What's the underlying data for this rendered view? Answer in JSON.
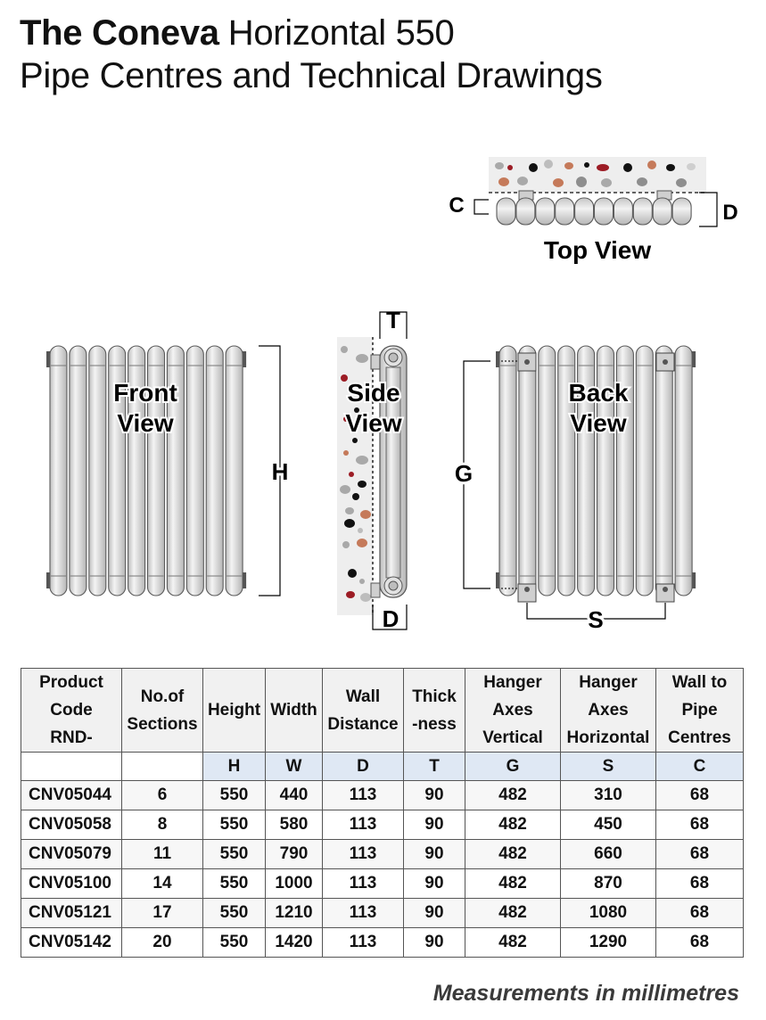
{
  "header": {
    "brand": "The Coneva",
    "model": "Horizontal 550",
    "subtitle": "Pipe Centres and Technical Drawings"
  },
  "drawings": {
    "top_view_label": "Top View",
    "front_view_label_line1": "Front",
    "front_view_label_line2": "View",
    "side_view_label_line1": "Side",
    "side_view_label_line2": "View",
    "back_view_label_line1": "Back",
    "back_view_label_line2": "View",
    "dim_c": "C",
    "dim_d_top": "D",
    "dim_t": "T",
    "dim_d_side": "D",
    "dim_h": "H",
    "dim_g": "G",
    "dim_s": "S"
  },
  "table": {
    "headers": [
      [
        "Product",
        "Code",
        "RND-"
      ],
      [
        "No.of",
        "Sections"
      ],
      [
        "Height"
      ],
      [
        "Width"
      ],
      [
        "Wall",
        "Distance"
      ],
      [
        "Thick",
        "-ness"
      ],
      [
        "Hanger",
        "Axes",
        "Vertical"
      ],
      [
        "Hanger",
        "Axes",
        "Horizontal"
      ],
      [
        "Wall to",
        "Pipe",
        "Centres"
      ]
    ],
    "symbols": [
      "",
      "",
      "H",
      "W",
      "D",
      "T",
      "G",
      "S",
      "C"
    ],
    "rows": [
      [
        "CNV05044",
        "6",
        "550",
        "440",
        "113",
        "90",
        "482",
        "310",
        "68"
      ],
      [
        "CNV05058",
        "8",
        "550",
        "580",
        "113",
        "90",
        "482",
        "450",
        "68"
      ],
      [
        "CNV05079",
        "11",
        "550",
        "790",
        "113",
        "90",
        "482",
        "660",
        "68"
      ],
      [
        "CNV05100",
        "14",
        "550",
        "1000",
        "113",
        "90",
        "482",
        "870",
        "68"
      ],
      [
        "CNV05121",
        "17",
        "550",
        "1210",
        "113",
        "90",
        "482",
        "1080",
        "68"
      ],
      [
        "CNV05142",
        "20",
        "550",
        "1420",
        "113",
        "90",
        "482",
        "1290",
        "68"
      ]
    ]
  },
  "footnote": "Measurements in millimetres"
}
